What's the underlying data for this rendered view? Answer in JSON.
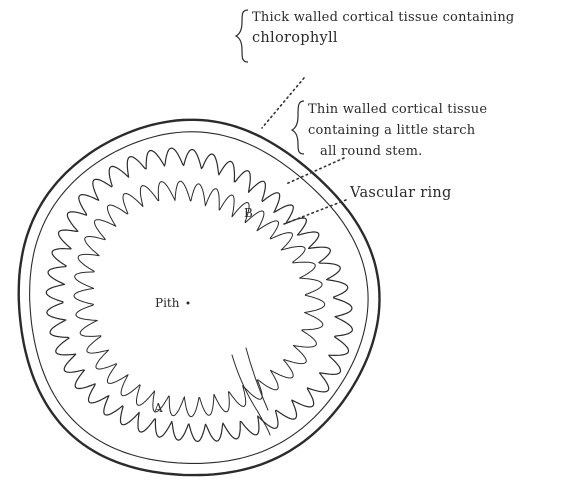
{
  "labels": {
    "thick_line1": "Thick walled cortical tissue containing",
    "thick_line2": "chlorophyll",
    "thin_line1": "Thin walled cortical tissue",
    "thin_line2": "containing a little starch",
    "thin_line3": "all round stem.",
    "vascular": "Vascular ring",
    "pith": "Pith",
    "mark_a": "A",
    "mark_b": "B"
  }
}
